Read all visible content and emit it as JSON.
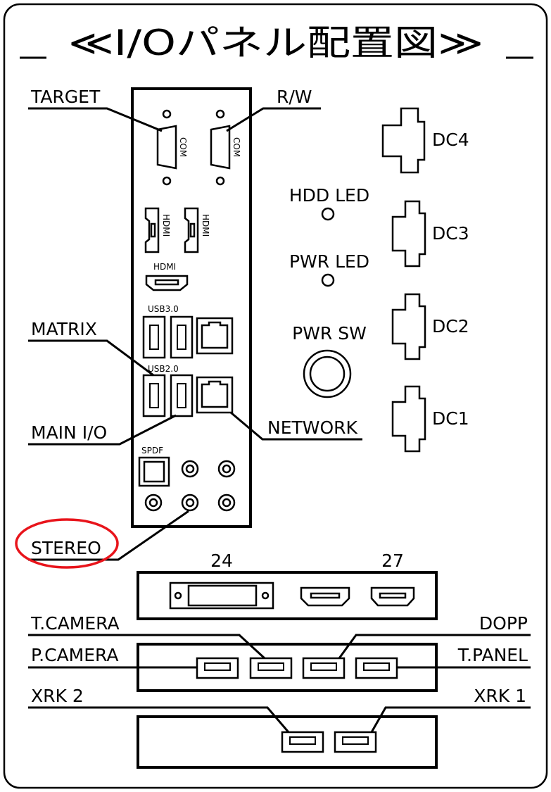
{
  "title": "≪I/Oパネル配置図≫",
  "labels": {
    "target": "TARGET",
    "rw": "R/W",
    "matrix": "MATRIX",
    "main_io": "MAIN I/O",
    "network": "NETWORK",
    "stereo": "STEREO",
    "hdd_led": "HDD LED",
    "pwr_led": "PWR LED",
    "pwr_sw": "PWR SW",
    "dc4": "DC4",
    "dc3": "DC3",
    "dc2": "DC2",
    "dc1": "DC1",
    "monitor_24": "24",
    "monitor_27": "27",
    "t_camera": "T.CAMERA",
    "dopp": "DOPP",
    "p_camera": "P.CAMERA",
    "t_panel": "T.PANEL",
    "xrk2": "XRK 2",
    "xrk1": "XRK 1"
  },
  "port_text": {
    "com": "COM",
    "hdmi": "HDMI",
    "usb30": "USB3.0",
    "usb20": "USB2.0",
    "spdf": "SPDF"
  },
  "colors": {
    "line": "#000000",
    "highlight": "#e8141b",
    "background": "#ffffff"
  },
  "highlighted_label": "STEREO"
}
